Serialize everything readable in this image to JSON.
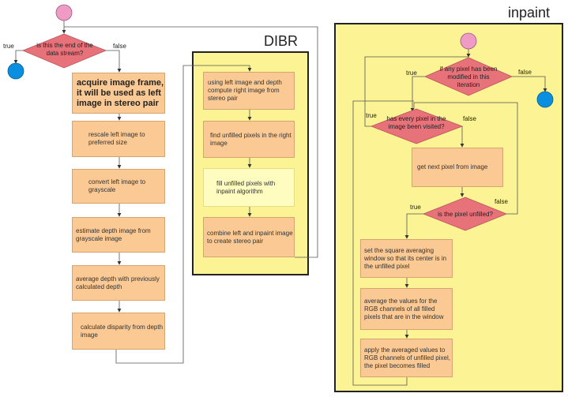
{
  "titles": {
    "dibr": "DIBR",
    "inpaint": "inpaint"
  },
  "main": {
    "decision": "is this the end of the data stream?",
    "true_label": "true",
    "false_label": "false",
    "steps": [
      "acquire image frame, it will be used as left image in stereo pair",
      "rescale left image to preferred size",
      "convert left image to grayscale",
      "estimate depth image from grayscale image",
      "average depth with previously calculated depth",
      "calculate disparity from depth image"
    ]
  },
  "dibr": {
    "steps": [
      "using left image and depth compute right image from stereo pair",
      "find unfilled pixels in the right image",
      "fill unfilled pixels with inpaint algorithm",
      "combine left and inpaint image to create stereo pair"
    ]
  },
  "inpaint": {
    "decision_modified": "if any pixel has been modified in this iteration",
    "decision_visited": "has every pixel in the image been visited?",
    "step_next_pixel": "get next pixel from image",
    "decision_unfilled": "is the pixel unfilled?",
    "labels": {
      "modified_true": "true",
      "modified_false": "false",
      "visited_true": "true",
      "visited_false": "false",
      "unfilled_true": "true",
      "unfilled_false": "false"
    },
    "steps": [
      "set the square averaging window so that its center is in the unfilled pixel",
      "average the values for the RGB channels of all filled pixels that are in the window",
      "apply the averaged values to RGB channels of unfilled pixel, the pixel becomes filled"
    ]
  },
  "colors": {
    "process": "#fbc993",
    "process_pale": "#fffcc0",
    "decision": "#e8727a",
    "start": "#ee9bc6",
    "end": "#0a8fe0",
    "panel": "#fbf394"
  }
}
